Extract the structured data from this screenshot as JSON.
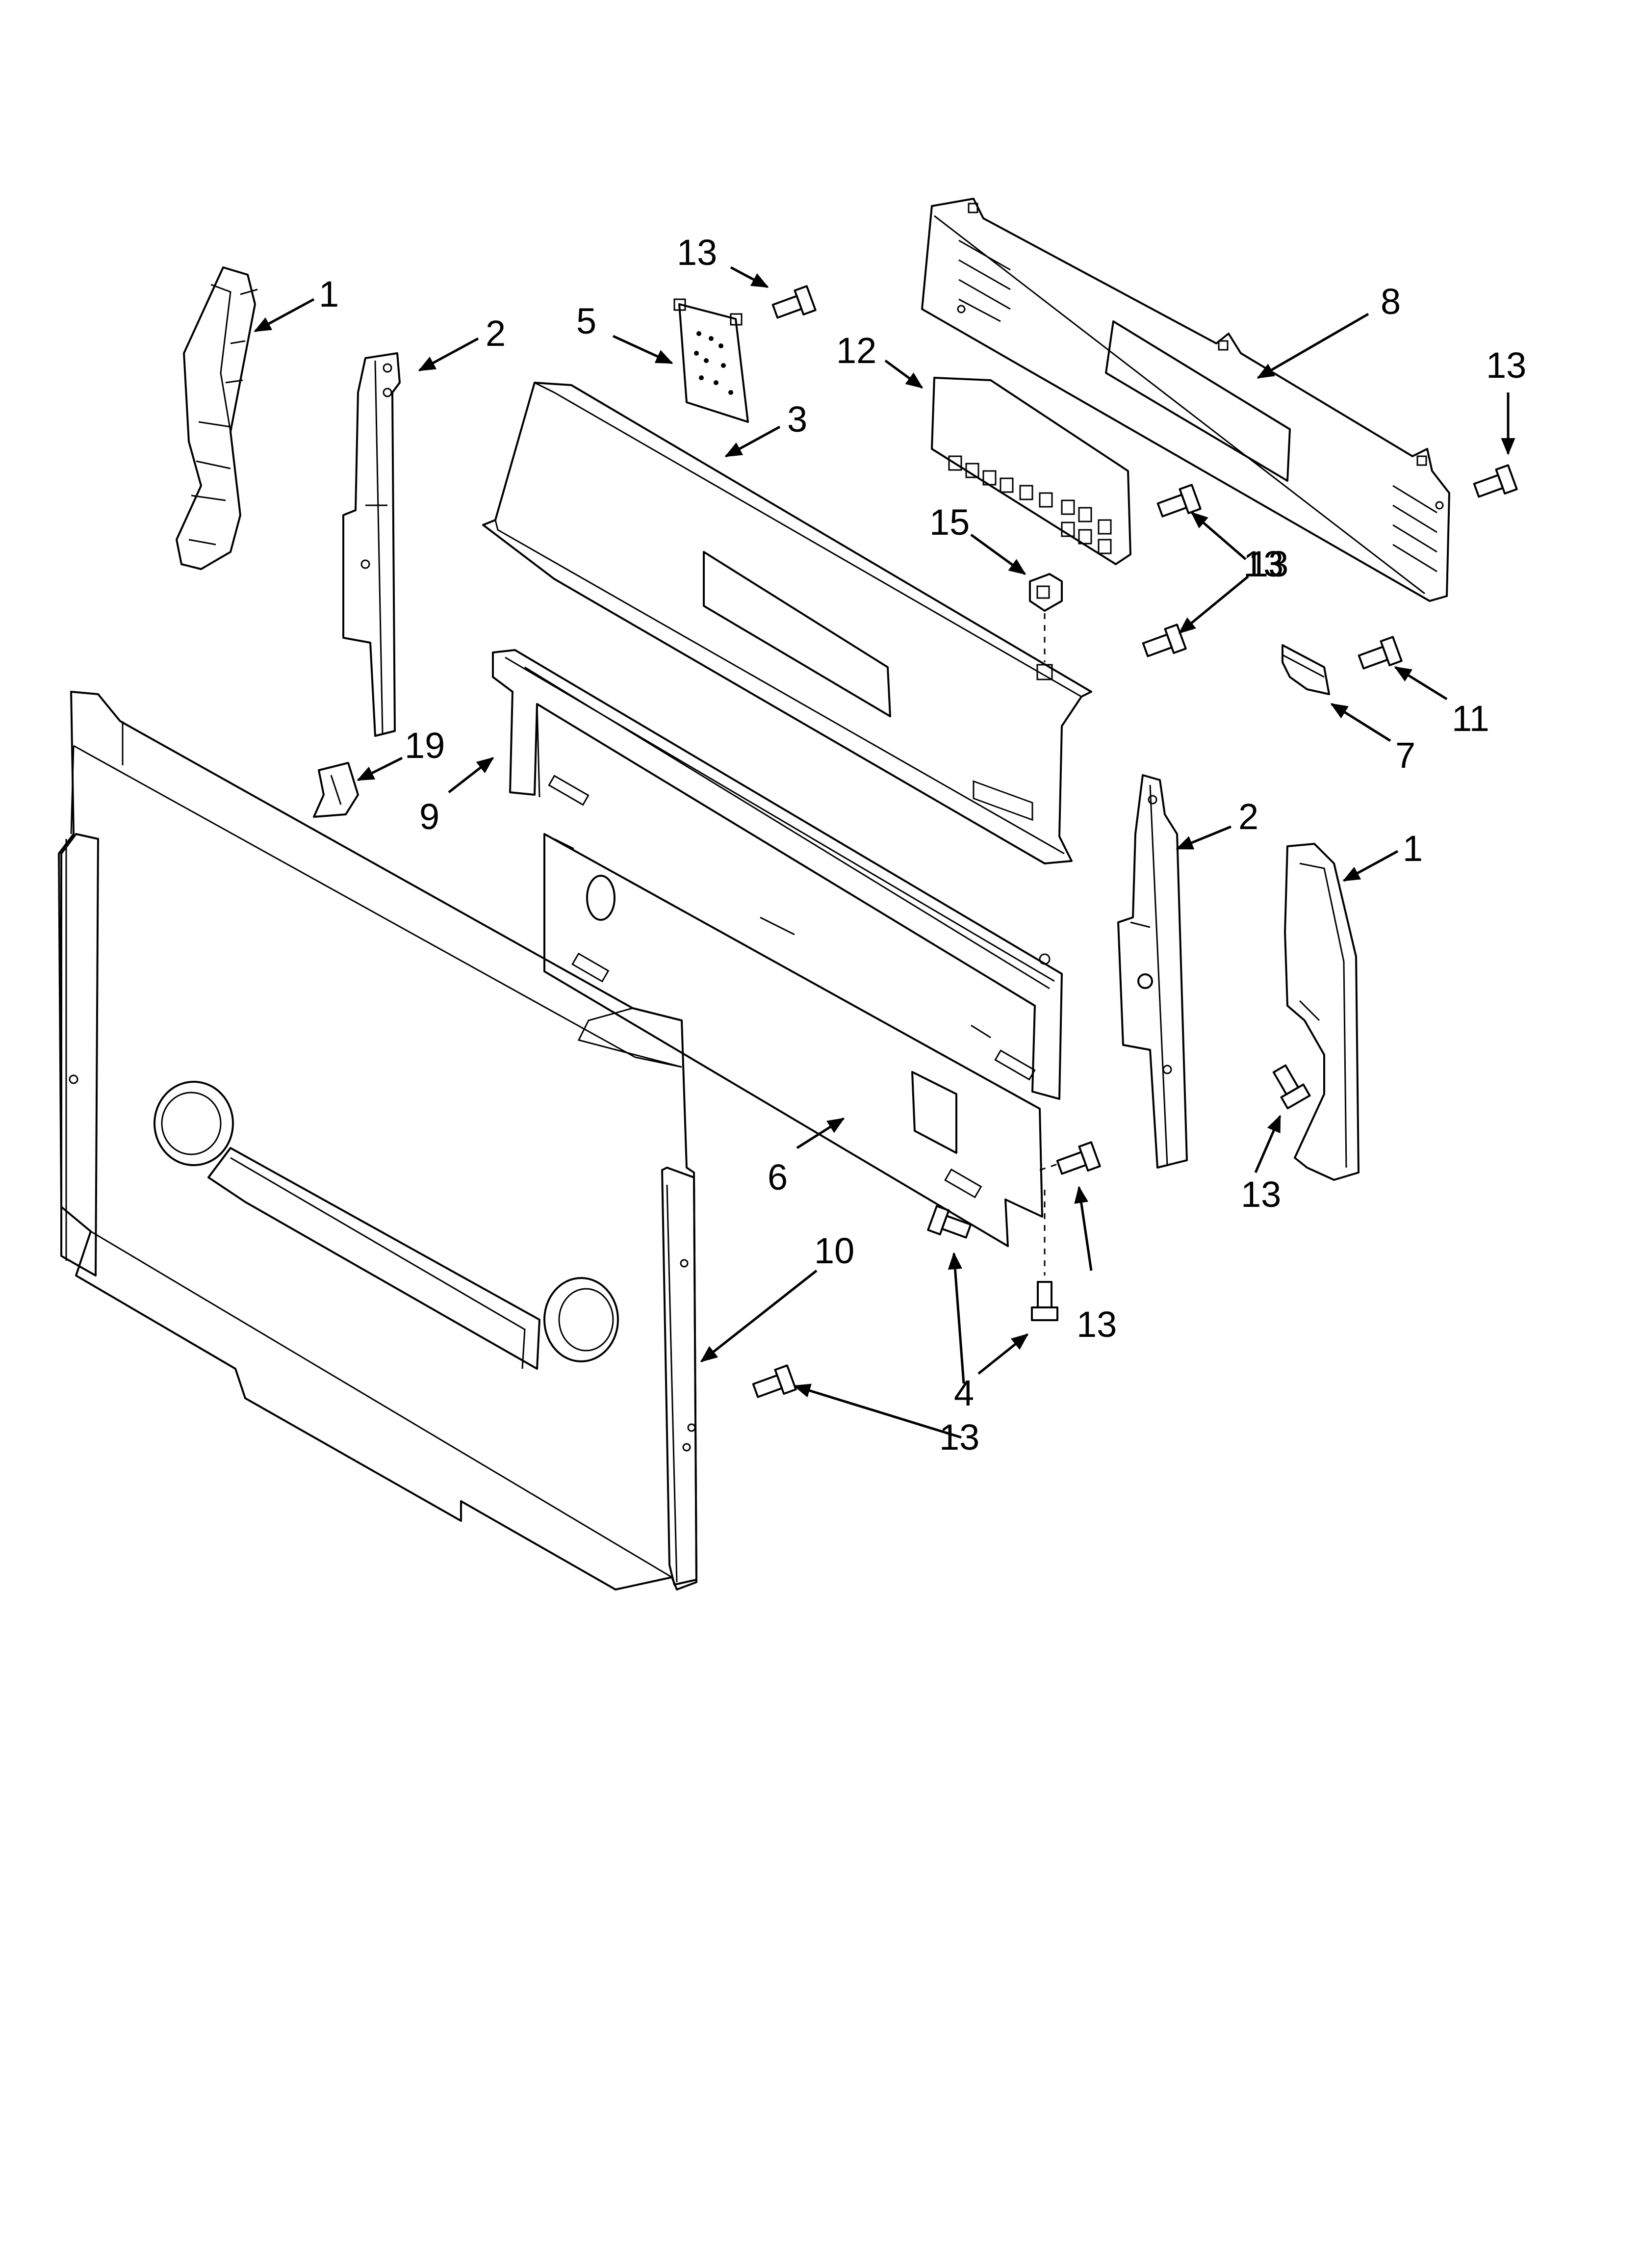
{
  "diagram": {
    "callouts": [
      {
        "id": "c1a",
        "text": "1"
      },
      {
        "id": "c2a",
        "text": "2"
      },
      {
        "id": "c13a",
        "text": "13"
      },
      {
        "id": "c5",
        "text": "5"
      },
      {
        "id": "c3",
        "text": "3"
      },
      {
        "id": "c12",
        "text": "12"
      },
      {
        "id": "c8",
        "text": "8"
      },
      {
        "id": "c13b",
        "text": "13"
      },
      {
        "id": "c15",
        "text": "15"
      },
      {
        "id": "c13c",
        "text": "13"
      },
      {
        "id": "c13d",
        "text": "13"
      },
      {
        "id": "c11",
        "text": "11"
      },
      {
        "id": "c7",
        "text": "7"
      },
      {
        "id": "c19",
        "text": "19"
      },
      {
        "id": "c9",
        "text": "9"
      },
      {
        "id": "c2b",
        "text": "2"
      },
      {
        "id": "c1b",
        "text": "1"
      },
      {
        "id": "c6",
        "text": "6"
      },
      {
        "id": "c13e",
        "text": "13"
      },
      {
        "id": "c10",
        "text": "10"
      },
      {
        "id": "c13f",
        "text": "13"
      },
      {
        "id": "c4",
        "text": "4"
      },
      {
        "id": "c13g",
        "text": "13"
      }
    ]
  }
}
